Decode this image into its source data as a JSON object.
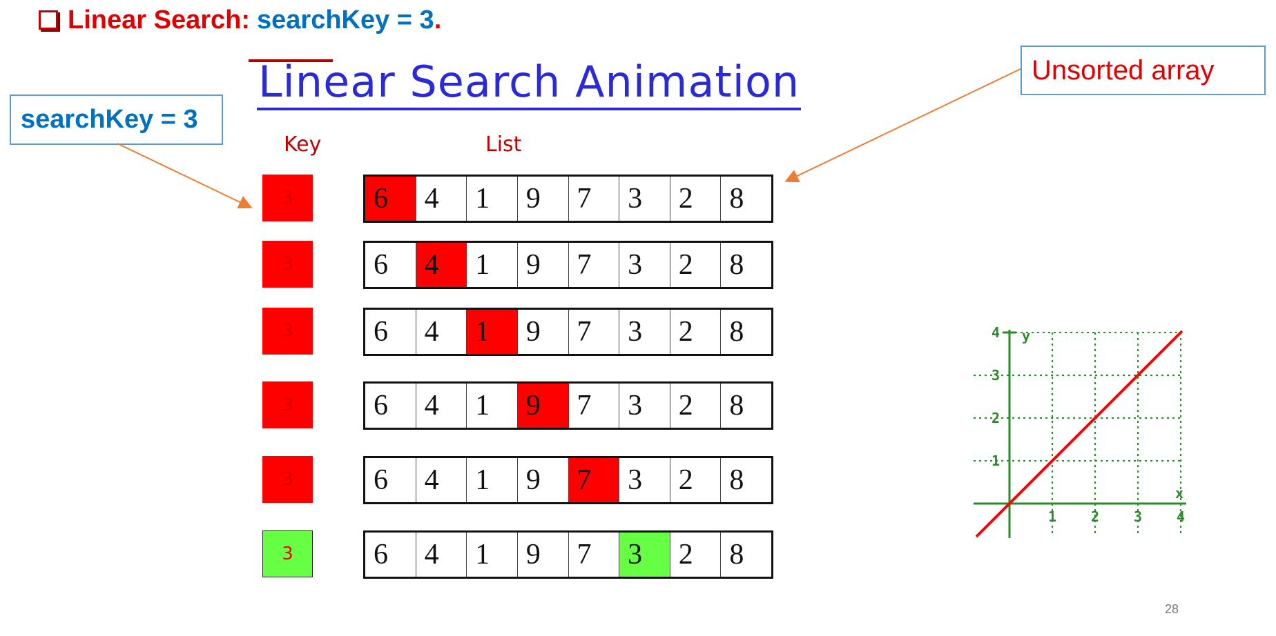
{
  "heading": {
    "label": "Linear Search:",
    "key_text": "searchKey = 3",
    "period": "."
  },
  "title": "Linear Search Animation",
  "callouts": {
    "search_key": "searchKey = 3",
    "unsorted": "Unsorted array"
  },
  "columns": {
    "key": "Key",
    "list": "List"
  },
  "search_key_value": "3",
  "rows": [
    {
      "key": "3",
      "found": false,
      "highlight": 0,
      "values": [
        "6",
        "4",
        "1",
        "9",
        "7",
        "3",
        "2",
        "8"
      ]
    },
    {
      "key": "3",
      "found": false,
      "highlight": 1,
      "values": [
        "6",
        "4",
        "1",
        "9",
        "7",
        "3",
        "2",
        "8"
      ]
    },
    {
      "key": "3",
      "found": false,
      "highlight": 2,
      "values": [
        "6",
        "4",
        "1",
        "9",
        "7",
        "3",
        "2",
        "8"
      ]
    },
    {
      "key": "3",
      "found": false,
      "highlight": 3,
      "values": [
        "6",
        "4",
        "1",
        "9",
        "7",
        "3",
        "2",
        "8"
      ]
    },
    {
      "key": "3",
      "found": false,
      "highlight": 4,
      "values": [
        "6",
        "4",
        "1",
        "9",
        "7",
        "3",
        "2",
        "8"
      ]
    },
    {
      "key": "3",
      "found": true,
      "highlight": 5,
      "values": [
        "6",
        "4",
        "1",
        "9",
        "7",
        "3",
        "2",
        "8"
      ]
    }
  ],
  "graph": {
    "x_label": "x",
    "y_label": "y",
    "x_ticks": [
      "1",
      "2",
      "3",
      "4"
    ],
    "y_ticks": [
      "1",
      "2",
      "3",
      "4"
    ],
    "colors": {
      "axis": "#2a8a2a",
      "line": "#ff0000"
    }
  },
  "colors": {
    "miss": "#ff0000",
    "hit": "#66ff44",
    "accent_blue": "#0070c0",
    "accent_red": "#e00000"
  },
  "page_number": "28"
}
